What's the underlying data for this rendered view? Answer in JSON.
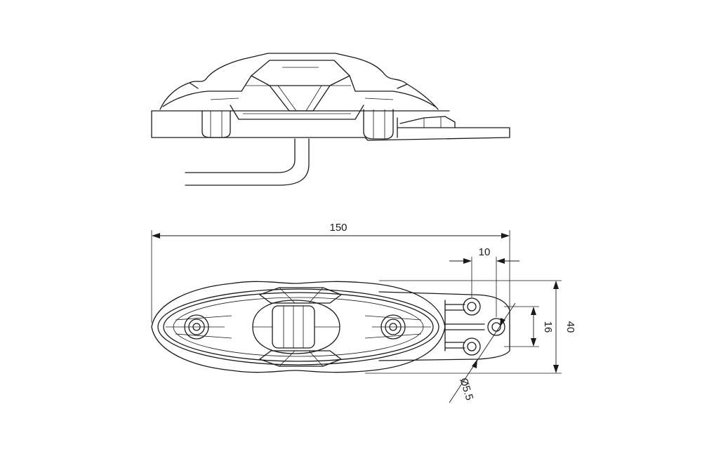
{
  "dimensions": {
    "overall_length": "150",
    "hole_spacing": "10",
    "hole_offset": "16",
    "overall_width": "40",
    "hole_diameter": "Ø5.5"
  }
}
